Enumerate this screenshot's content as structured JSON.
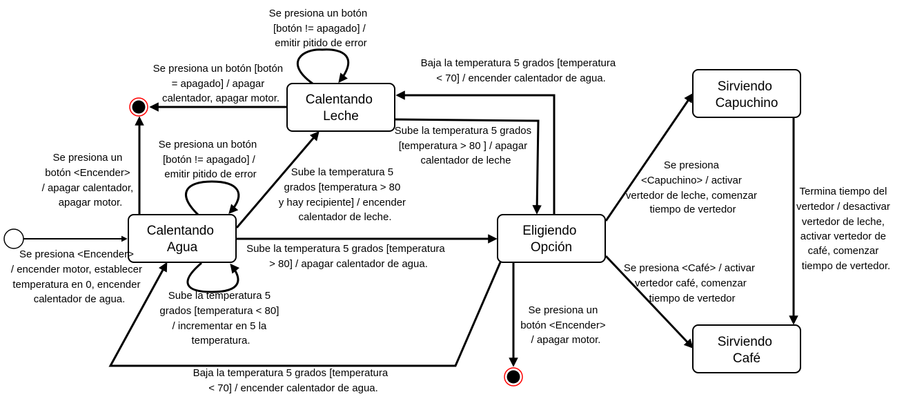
{
  "states": {
    "calentando_leche": [
      "Calentando",
      "Leche"
    ],
    "calentando_agua": [
      "Calentando",
      "Agua"
    ],
    "eligiendo_opcion": [
      "Eligiendo",
      "Opción"
    ],
    "sirviendo_capuchino": [
      "Sirviendo",
      "Capuchino"
    ],
    "sirviendo_cafe": [
      "Sirviendo",
      "Café"
    ]
  },
  "transitions": {
    "initial_to_agua": [
      "Se presiona <Encender>",
      "/ encender motor, establecer",
      "temperatura  en 0, encender",
      "calentador de agua."
    ],
    "agua_to_final": [
      "Se presiona un",
      "botón <Encender>",
      "/ apagar calentador,",
      "apagar motor."
    ],
    "agua_self_error": [
      "Se presiona un botón",
      "[botón != apagado] /",
      "emitir pitido de error"
    ],
    "agua_self_heat": [
      "Sube la temperatura 5",
      "grados [temperatura < 80]",
      "/ incrementar en 5 la",
      "temperatura."
    ],
    "agua_to_leche": [
      "Sube la temperatura 5",
      "grados [temperatura > 80",
      "y hay recipiente] / encender",
      "calentador de leche."
    ],
    "agua_to_opcion": [
      "Sube la temperatura 5 grados [temperatura",
      "> 80] / apagar calentador de agua."
    ],
    "opcion_to_agua": [
      "Baja la temperatura 5 grados [temperatura",
      "< 70] / encender calentador de agua."
    ],
    "leche_self_error": [
      "Se presiona un botón",
      "[botón != apagado] /",
      "emitir pitido de error"
    ],
    "leche_to_final": [
      "Se presiona un botón [botón",
      "= apagado] / apagar",
      "calentador, apagar motor."
    ],
    "leche_to_opcion": [
      "Sube la temperatura 5 grados",
      "[temperatura > 80 ] / apagar",
      "calentador de leche"
    ],
    "opcion_to_leche": [
      "Baja la temperatura 5 grados [temperatura",
      "< 70] / encender calentador de agua."
    ],
    "opcion_to_capuchino": [
      "Se presiona",
      "<Capuchino> / activar",
      "vertedor de leche, comenzar",
      "tiempo de vertedor"
    ],
    "opcion_to_cafe": [
      "Se presiona <Café> / activar",
      "vertedor café, comenzar",
      "tiempo de vertedor"
    ],
    "capuchino_to_cafe": [
      "Termina tiempo del",
      "vertedor / desactivar",
      "vertedor de leche,",
      "activar vertedor de",
      "café, comenzar",
      "tiempo de vertedor."
    ],
    "opcion_to_final": [
      "Se presiona un",
      "botón <Encender>",
      "/ apagar motor."
    ]
  },
  "colors": {
    "stroke": "#000000",
    "final_ring": "#ff0000",
    "background": "#ffffff"
  }
}
